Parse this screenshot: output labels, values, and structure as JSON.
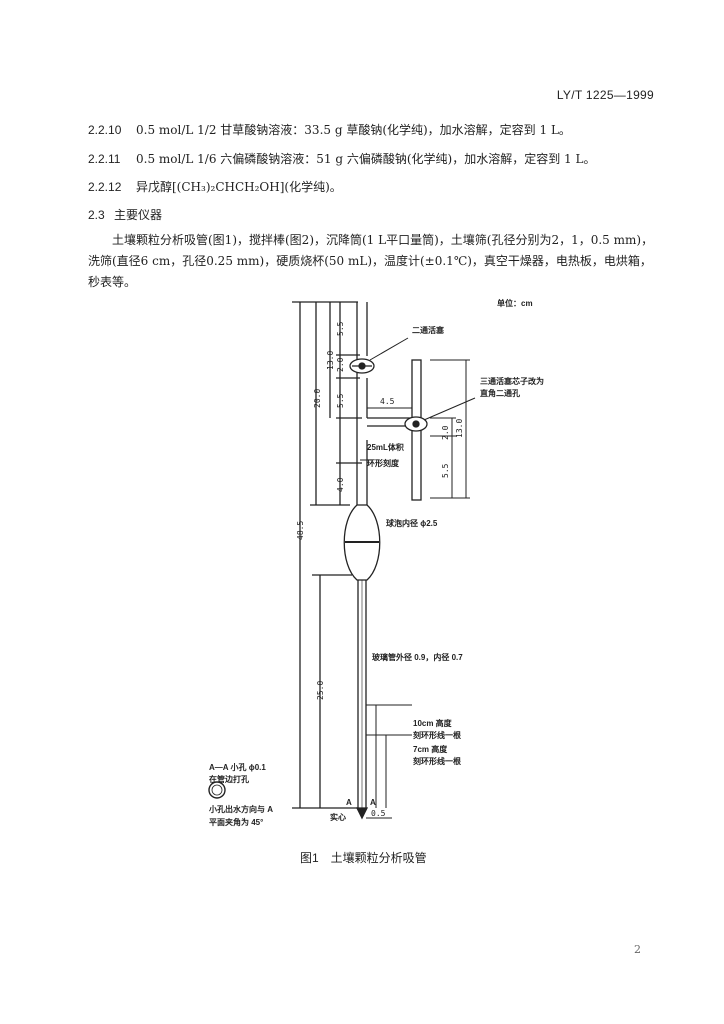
{
  "header": {
    "std_code": "LY/T 1225—1999"
  },
  "items": [
    {
      "num": "2.2.10",
      "text": "0.5 mol/L 1/2 甘草酸钠溶液：33.5 g 草酸钠(化学纯)，加水溶解，定容到 1 L。"
    },
    {
      "num": "2.2.11",
      "text": "0.5 mol/L 1/6 六偏磷酸钠溶液：51 g 六偏磷酸钠(化学纯)，加水溶解，定容到 1 L。"
    },
    {
      "num": "2.2.12",
      "text": "异戊醇[(CH₃)₂CHCH₂OH](化学纯)。"
    }
  ],
  "section": {
    "num": "2.3",
    "title": "主要仪器"
  },
  "paragraph": "土壤颗粒分析吸管(图1)，搅拌棒(图2)，沉降筒(1 L平口量筒)，土壤筛(孔径分别为2，1，0.5 mm)，洗筛(直径6 cm，孔径0.25 mm)，硬质烧杯(50 mL)，温度计(±0.1℃)，真空干燥器，电热板，电烘箱，秒表等。",
  "figure": {
    "unit": "单位：cm",
    "labels": {
      "two_way_stopcock": "二通活塞",
      "three_way_1": "三通活塞芯子改为",
      "three_way_2": "直角二通孔",
      "ring_1": "25mL体积",
      "ring_2": "环形刻度",
      "bulb": "球泡内径 ϕ2.5",
      "tube": "玻璃管外径 0.9，内径 0.7",
      "mark10_1": "10cm 高度",
      "mark10_2": "刻环形线一根",
      "mark7_1": "7cm 高度",
      "mark7_2": "刻环形线一根",
      "hole_1": "A—A 小孔 ϕ0.1",
      "hole_2": "在管边打孔",
      "dir_1": "小孔出水方向与 A",
      "dir_2": "平面夹角为 45°",
      "solid": "实心",
      "a_left": "A",
      "a_right": "A"
    },
    "dims": {
      "d48_5": "48.5",
      "d20": "20.0",
      "d25": "25.0",
      "d13a": "13.0",
      "d5_5a": "5.5",
      "d2a": "2.0",
      "d5_5b": "5.5",
      "d4": "4.0",
      "d4_5": "4.5",
      "d2b": "2.0",
      "d5_5c": "5.5",
      "d13b": "13.0",
      "d0_5": "0.5"
    },
    "caption": "图1　土壤颗粒分析吸管"
  },
  "page_number": "2"
}
